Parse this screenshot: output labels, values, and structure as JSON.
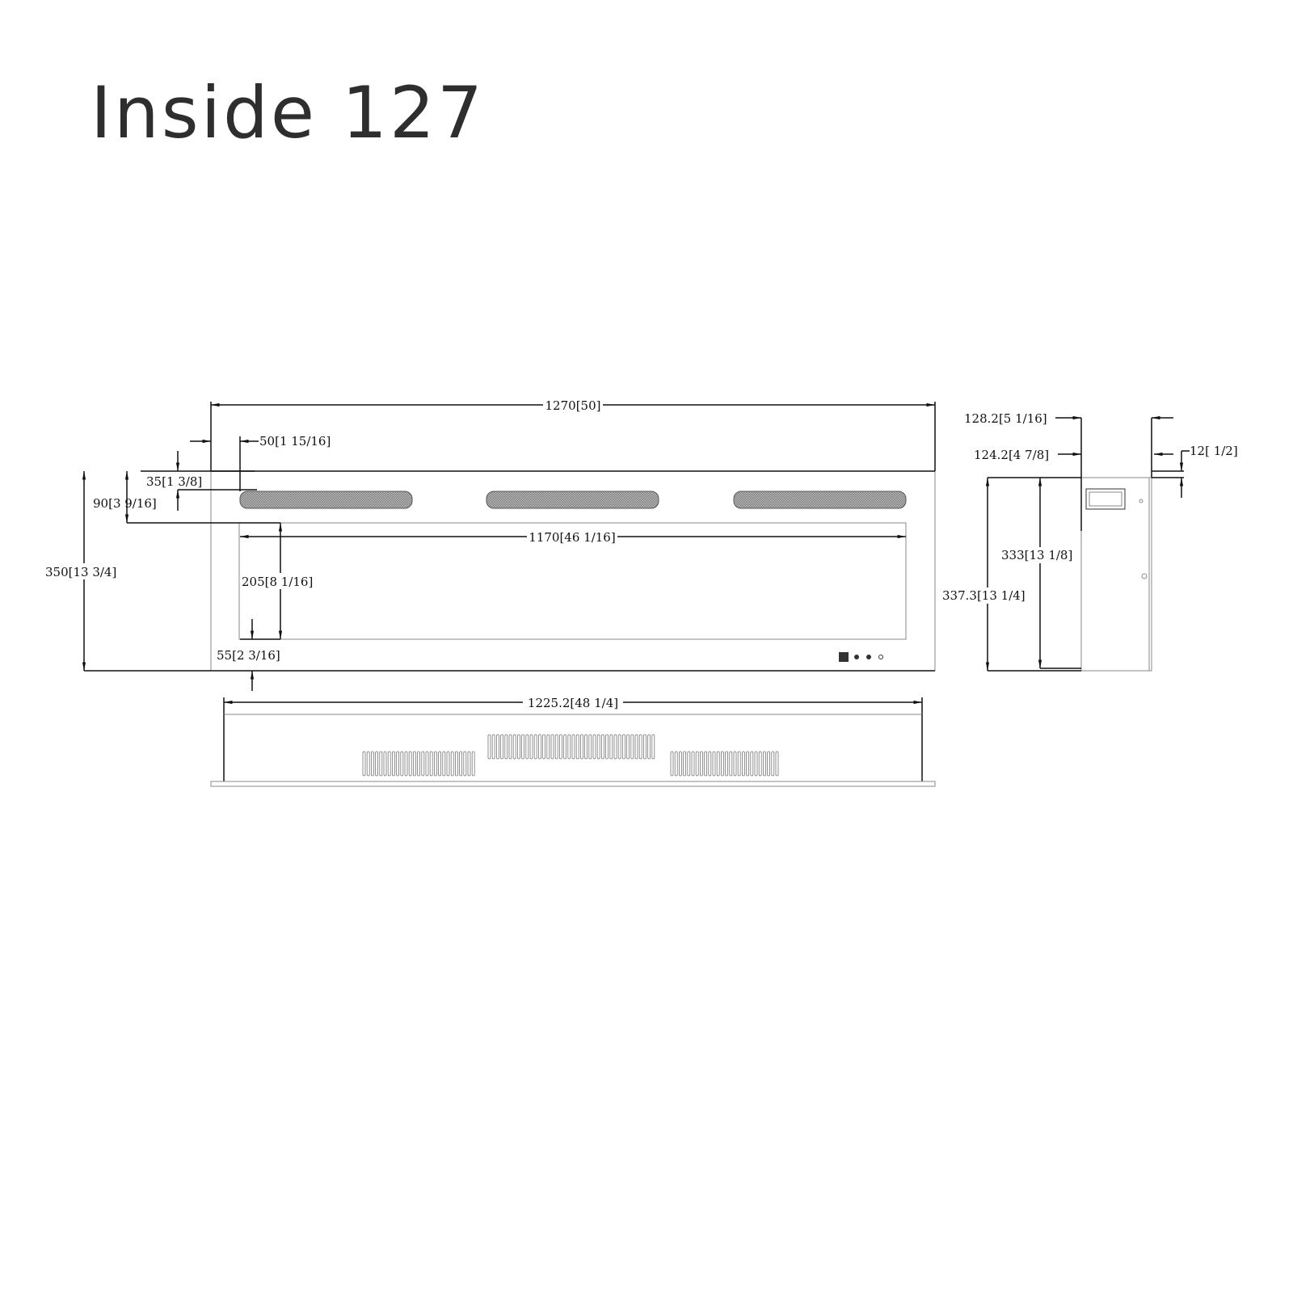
{
  "title": "Inside 127",
  "front_view": {
    "overall_width": "1270[50]",
    "slot_inset": "50[1 15/16]",
    "slot_top_offset": "35[1 3/8]",
    "glass_top_offset": "90[3 9/16]",
    "overall_height": "350[13 3/4]",
    "glass_width": "1170[46 1/16]",
    "glass_height": "205[8 1/16]",
    "glass_bottom_offset": "55[2 3/16]"
  },
  "side_view": {
    "depth_overall": "128.2[5 1/16]",
    "depth_body": "124.2[4 7/8]",
    "flange": "12[ 1/2]",
    "body_height": "333[13 1/8]",
    "overall_height": "337.3[13 1/4]"
  },
  "bottom_view": {
    "body_width": "1225.2[48 1/4]"
  }
}
